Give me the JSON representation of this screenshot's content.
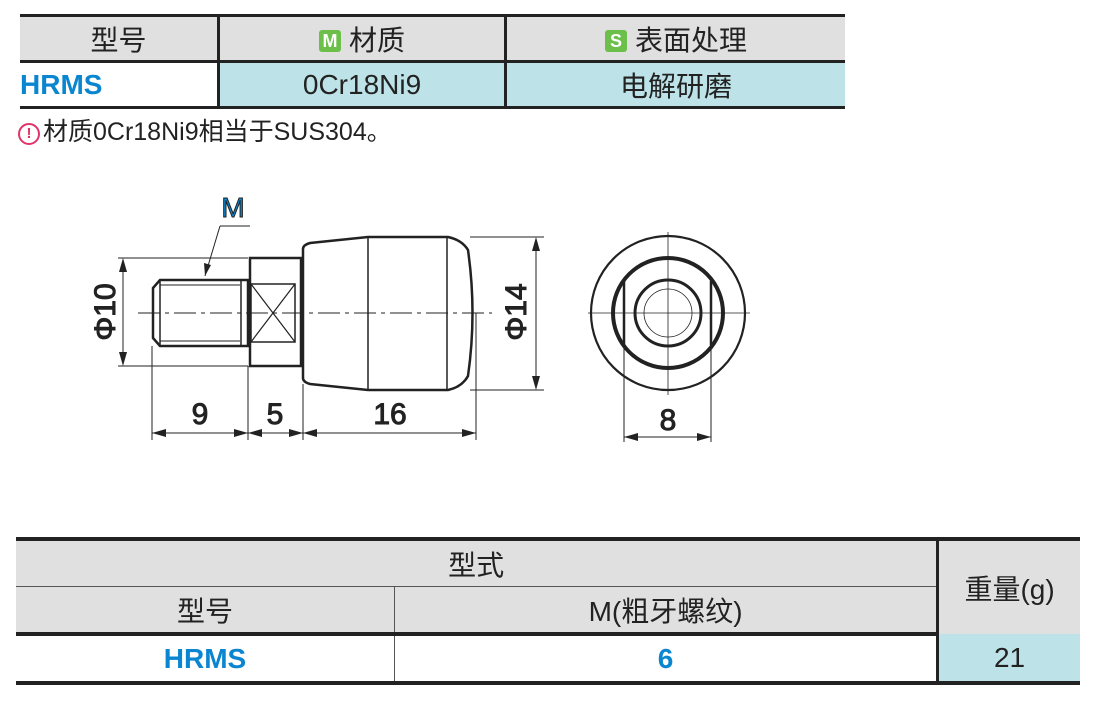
{
  "top_table": {
    "headers": [
      "型号",
      "材质",
      "表面处理"
    ],
    "badges": {
      "material": "M",
      "surface": "S"
    },
    "row": [
      "HRMS",
      "0Cr18Ni9",
      "电解研磨"
    ]
  },
  "note": {
    "icon": "warning-icon",
    "text": "材质0Cr18Ni9相当于SUS304。"
  },
  "drawing": {
    "thread_label": "M",
    "dim_d10": "Φ10",
    "dim_d14": "Φ14",
    "dim_9": "9",
    "dim_5": "5",
    "dim_16": "16",
    "dim_8": "8"
  },
  "bottom_table": {
    "group_header": "型式",
    "weight_header": "重量(g)",
    "sub_headers": [
      "型号",
      "M(粗牙螺纹)"
    ],
    "row": [
      "HRMS",
      "6",
      "21"
    ]
  },
  "colors": {
    "accent_blue": "#0a86d0",
    "badge_green": "#6cc04a",
    "cell_cyan": "#bde3e8",
    "header_gray": "#e0e0e0"
  }
}
